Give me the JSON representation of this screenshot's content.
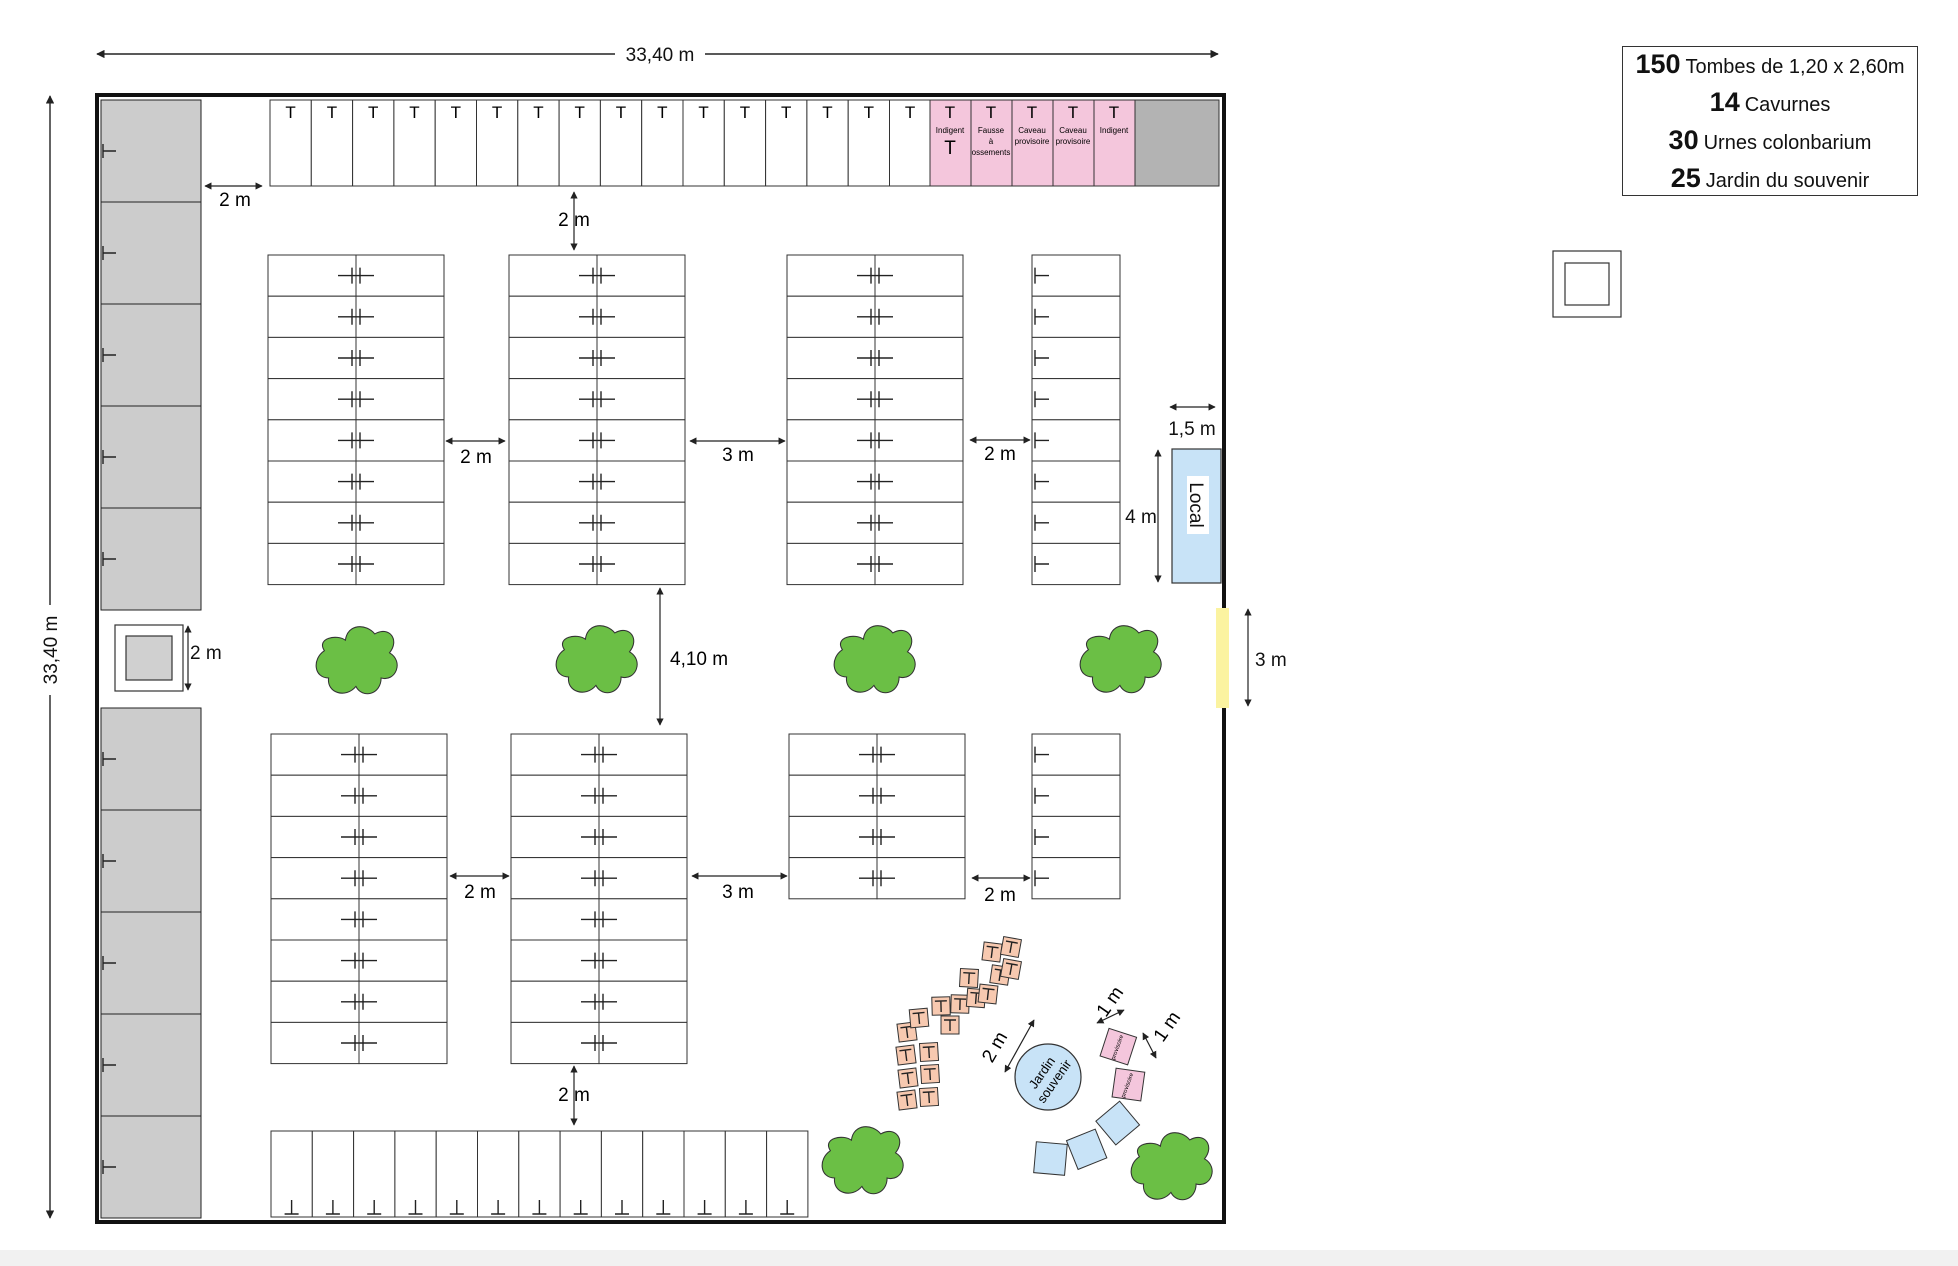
{
  "dimensions": {
    "width": "33,40 m",
    "height": "33,40 m"
  },
  "legend": [
    {
      "count": "150",
      "text": "Tombes de 1,20 x 2,60m"
    },
    {
      "count": "14",
      "text": "Cavurnes"
    },
    {
      "count": "30",
      "text": "Urnes colonbarium"
    },
    {
      "count": "25",
      "text": "Jardin du souvenir"
    }
  ],
  "special_plots": {
    "indigent": "Indigent",
    "fosse_lines": [
      "Fausse",
      "à",
      "ossements"
    ],
    "caveau_lines": [
      "Caveau",
      "provisoire"
    ],
    "provisoire": "provisoire",
    "tomb_mark": "T"
  },
  "building": {
    "label": "Local",
    "width_label": "1,5 m",
    "height_label": "4 m"
  },
  "gate": {
    "width_label": "3 m"
  },
  "spacings": {
    "left_aisle": "2 m",
    "top_aisle": "2 m",
    "bottom_aisle": "2 m",
    "ossuary": "2 m",
    "center_aisle": "4,10 m",
    "upper_gap_1": "2 m",
    "upper_gap_2": "3 m",
    "upper_gap_3": "2 m",
    "lower_gap_1": "2 m",
    "lower_gap_2": "3 m",
    "lower_gap_3": "2 m"
  },
  "memorial_garden": {
    "label_lines": [
      "Jardin",
      "souvenir"
    ],
    "radius_label": "2 m",
    "cell_label_1": "1 m",
    "cell_label_2": "1 m"
  },
  "colors": {
    "grey_plot": "#cccccc",
    "dark_grey_plot": "#b3b3b3",
    "pink_plot": "#f4c6dc",
    "building": "#c8e3f7",
    "gate": "#fbf3a0",
    "tree": "#6bbf45",
    "cavurne": "#f7c9b0"
  },
  "icons": {
    "ossuary": "square-in-square-icon",
    "tree": "tree-icon"
  }
}
